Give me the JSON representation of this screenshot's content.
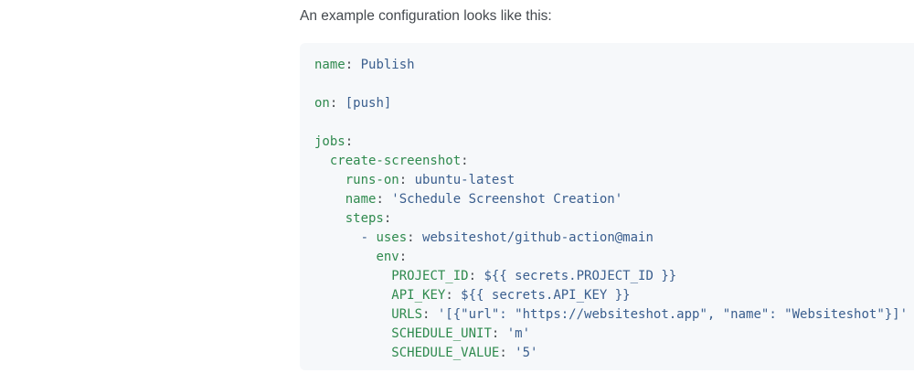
{
  "page": {
    "background": "#ffffff",
    "intro_text": "An example configuration looks like this:"
  },
  "code_block": {
    "language": "yaml",
    "background": "#f6f8fa",
    "colors": {
      "key": "#2f8a4e",
      "value": "#3a5e8e",
      "punctuation": "#46494d",
      "heading_text": "#44494e"
    },
    "source": "name: Publish\n\non: [push]\n\njobs:\n  create-screenshot:\n    runs-on: ubuntu-latest\n    name: 'Schedule Screenshot Creation'\n    steps:\n      - uses: websiteshot/github-action@main\n        env:\n          PROJECT_ID: ${{ secrets.PROJECT_ID }}\n          API_KEY: ${{ secrets.API_KEY }}\n          URLS: '[{\"url\": \"https://websiteshot.app\", \"name\": \"Websiteshot\"}]'\n          SCHEDULE_UNIT: 'm'\n          SCHEDULE_VALUE: '5'",
    "lines": [
      {
        "tokens": [
          {
            "t": "key",
            "text": "name"
          },
          {
            "t": "punc",
            "text": ":"
          },
          {
            "t": "val",
            "text": " Publish"
          }
        ]
      },
      {
        "tokens": []
      },
      {
        "tokens": [
          {
            "t": "key",
            "text": "on"
          },
          {
            "t": "punc",
            "text": ":"
          },
          {
            "t": "val",
            "text": " [push]"
          }
        ]
      },
      {
        "tokens": []
      },
      {
        "tokens": [
          {
            "t": "key",
            "text": "jobs"
          },
          {
            "t": "punc",
            "text": ":"
          }
        ]
      },
      {
        "tokens": [
          {
            "t": "plain",
            "text": "  "
          },
          {
            "t": "key",
            "text": "create-screenshot"
          },
          {
            "t": "punc",
            "text": ":"
          }
        ]
      },
      {
        "tokens": [
          {
            "t": "plain",
            "text": "    "
          },
          {
            "t": "key",
            "text": "runs-on"
          },
          {
            "t": "punc",
            "text": ":"
          },
          {
            "t": "val",
            "text": " ubuntu-latest"
          }
        ]
      },
      {
        "tokens": [
          {
            "t": "plain",
            "text": "    "
          },
          {
            "t": "key",
            "text": "name"
          },
          {
            "t": "punc",
            "text": ":"
          },
          {
            "t": "val",
            "text": " 'Schedule Screenshot Creation'"
          }
        ]
      },
      {
        "tokens": [
          {
            "t": "plain",
            "text": "    "
          },
          {
            "t": "key",
            "text": "steps"
          },
          {
            "t": "punc",
            "text": ":"
          }
        ]
      },
      {
        "tokens": [
          {
            "t": "plain",
            "text": "      "
          },
          {
            "t": "val",
            "text": "-"
          },
          {
            "t": "plain",
            "text": " "
          },
          {
            "t": "key",
            "text": "uses"
          },
          {
            "t": "punc",
            "text": ":"
          },
          {
            "t": "val",
            "text": " websiteshot/github-action@main"
          }
        ]
      },
      {
        "tokens": [
          {
            "t": "plain",
            "text": "        "
          },
          {
            "t": "key",
            "text": "env"
          },
          {
            "t": "punc",
            "text": ":"
          }
        ]
      },
      {
        "tokens": [
          {
            "t": "plain",
            "text": "          "
          },
          {
            "t": "key",
            "text": "PROJECT_ID"
          },
          {
            "t": "punc",
            "text": ":"
          },
          {
            "t": "val",
            "text": " ${{ secrets.PROJECT_ID }}"
          }
        ]
      },
      {
        "tokens": [
          {
            "t": "plain",
            "text": "          "
          },
          {
            "t": "key",
            "text": "API_KEY"
          },
          {
            "t": "punc",
            "text": ":"
          },
          {
            "t": "val",
            "text": " ${{ secrets.API_KEY }}"
          }
        ]
      },
      {
        "tokens": [
          {
            "t": "plain",
            "text": "          "
          },
          {
            "t": "key",
            "text": "URLS"
          },
          {
            "t": "punc",
            "text": ":"
          },
          {
            "t": "val",
            "text": " '[{\"url\": \"https://websiteshot.app\", \"name\": \"Websiteshot\"}]'"
          }
        ]
      },
      {
        "tokens": [
          {
            "t": "plain",
            "text": "          "
          },
          {
            "t": "key",
            "text": "SCHEDULE_UNIT"
          },
          {
            "t": "punc",
            "text": ":"
          },
          {
            "t": "val",
            "text": " 'm'"
          }
        ]
      },
      {
        "tokens": [
          {
            "t": "plain",
            "text": "          "
          },
          {
            "t": "key",
            "text": "SCHEDULE_VALUE"
          },
          {
            "t": "punc",
            "text": ":"
          },
          {
            "t": "val",
            "text": " '5'"
          }
        ]
      }
    ]
  }
}
